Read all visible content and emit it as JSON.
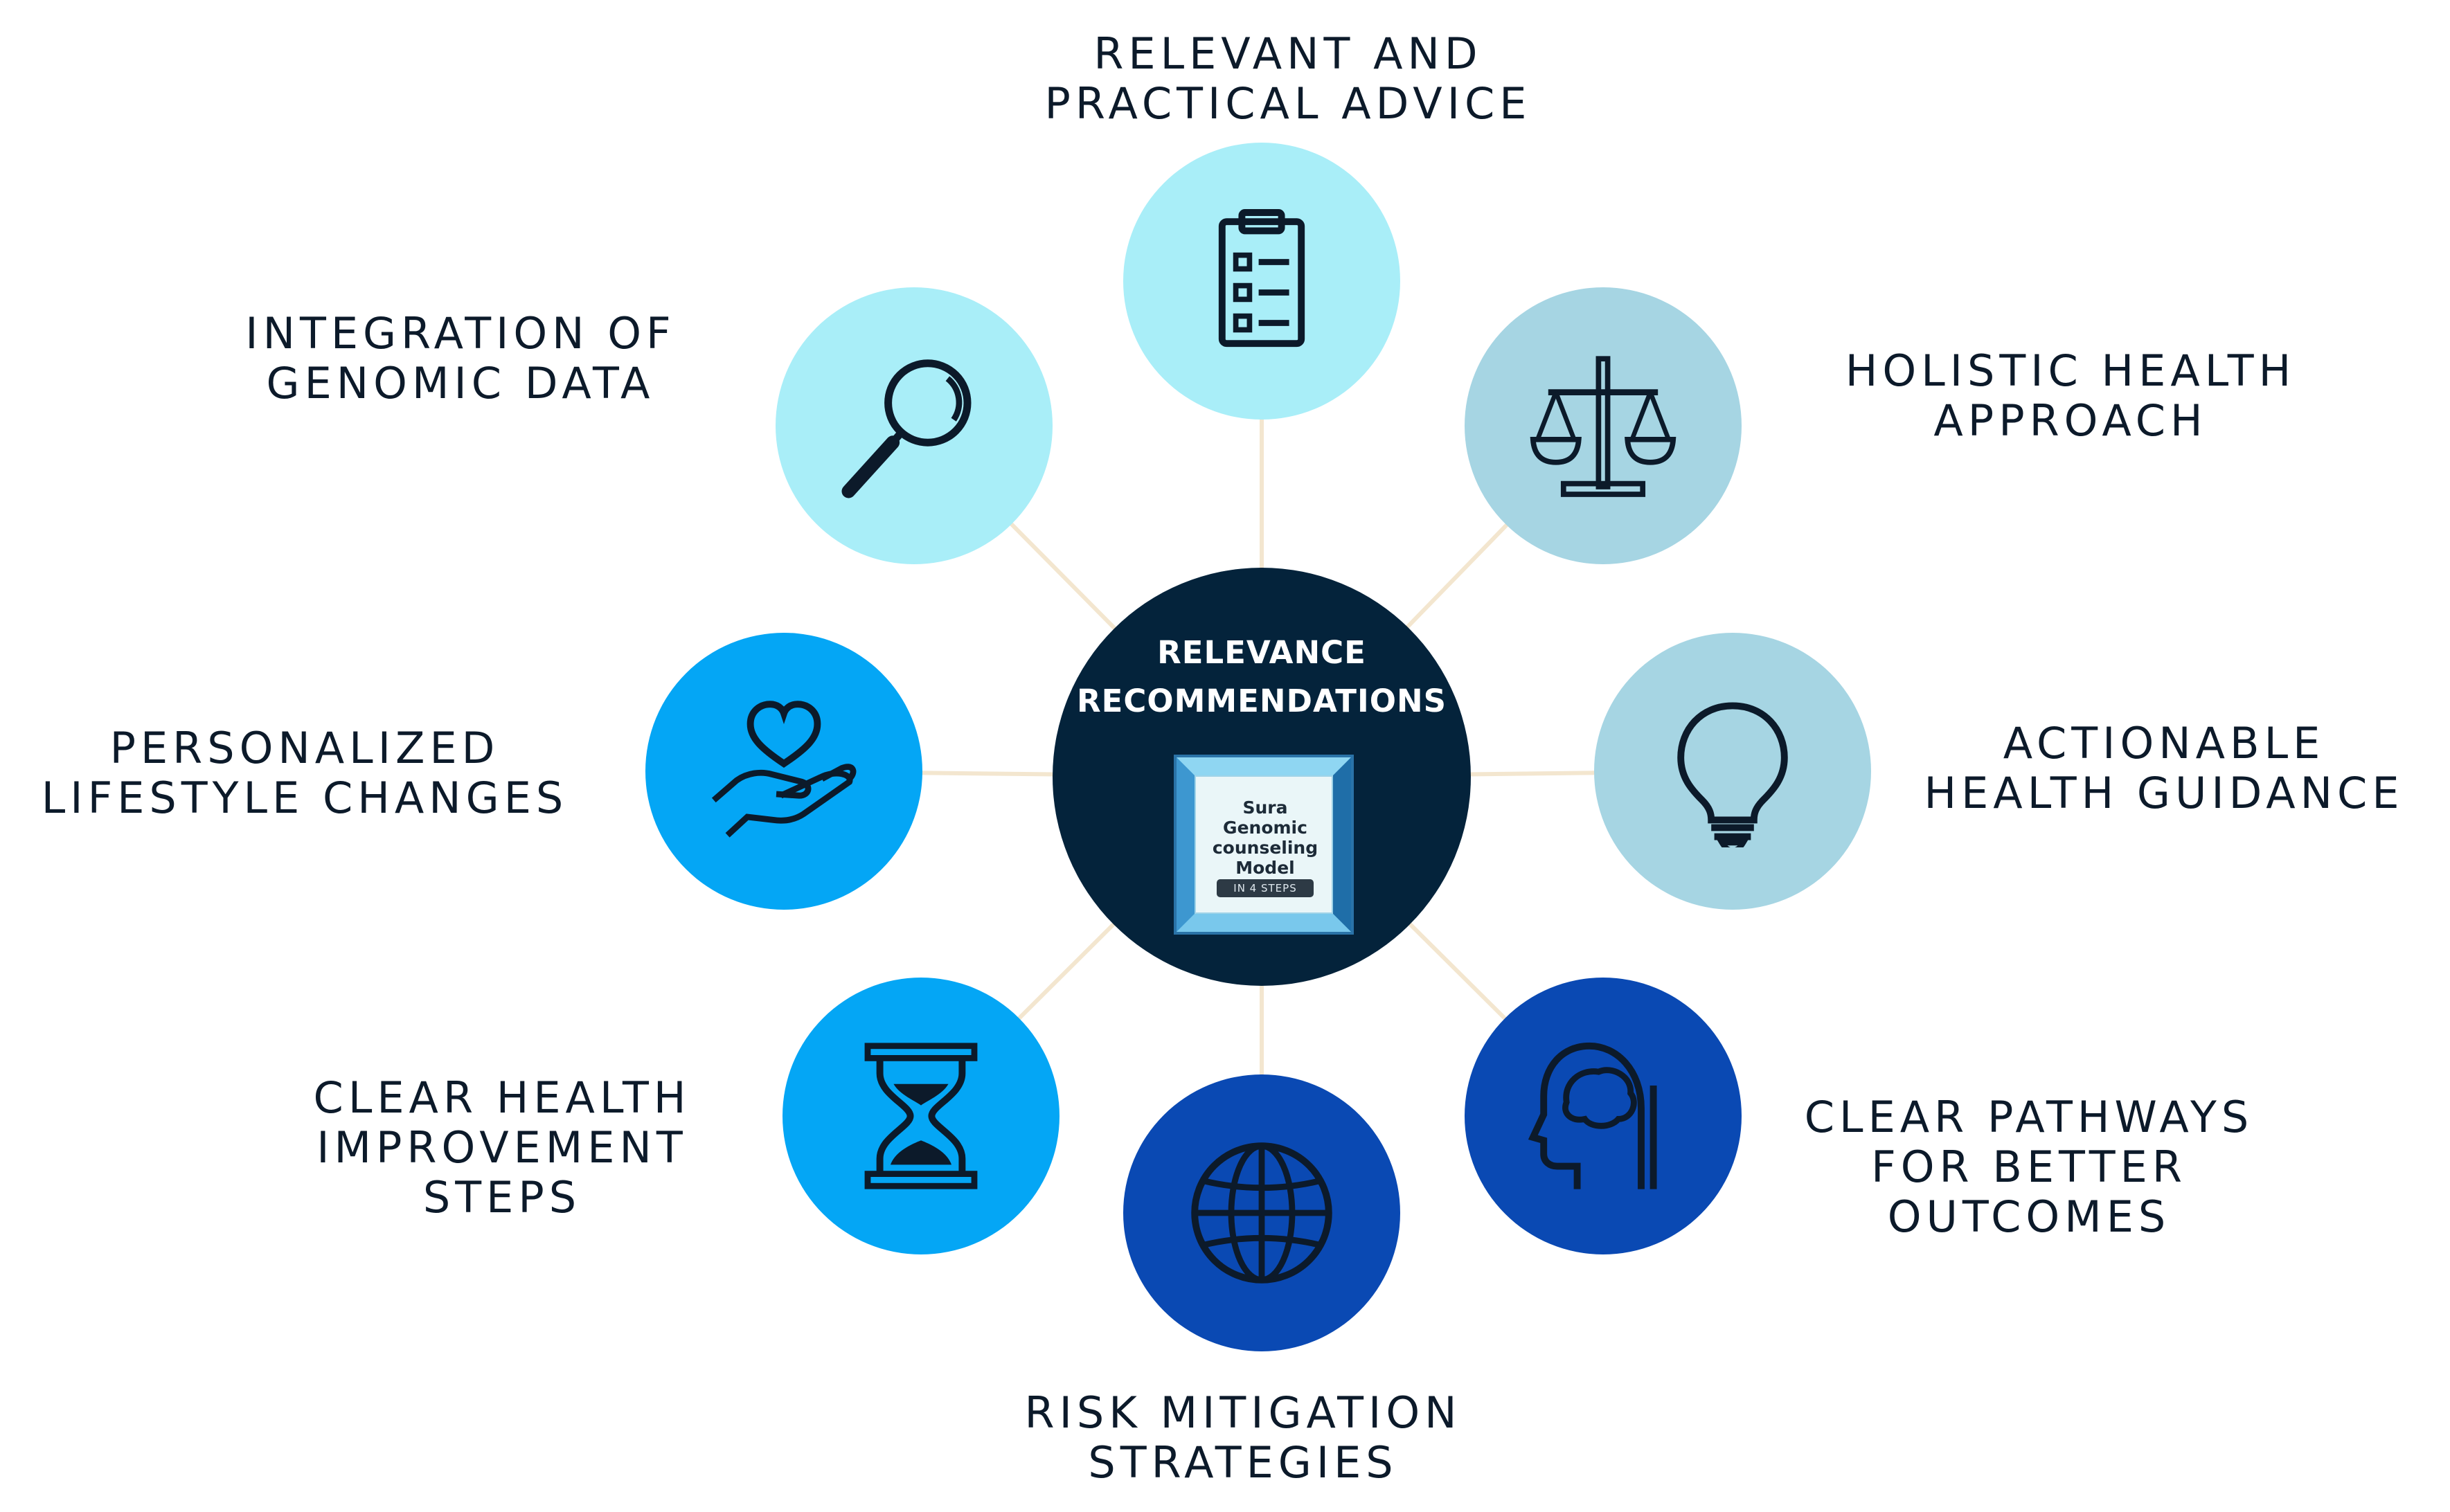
{
  "hub": {
    "title_lines": [
      "RELEVANCE",
      "RECOMMENDATIONS"
    ],
    "book_lines": [
      "Sura",
      "Genomic",
      "counseling",
      "Model"
    ],
    "book_badge": "IN 4 STEPS",
    "color": "#04233b"
  },
  "nodes": [
    {
      "id": "relevant-practical-advice",
      "label_lines": [
        "RELEVANT AND",
        "PRACTICAL ADVICE"
      ],
      "icon": "clipboard-checklist-icon",
      "color": "#a9eef8"
    },
    {
      "id": "holistic-health-approach",
      "label_lines": [
        "HOLISTIC HEALTH",
        "APPROACH"
      ],
      "icon": "balance-scale-icon",
      "color": "#a6d5e3"
    },
    {
      "id": "actionable-health-guidance",
      "label_lines": [
        "ACTIONABLE",
        "HEALTH GUIDANCE"
      ],
      "icon": "light-bulb-icon",
      "color": "#a6d5e3"
    },
    {
      "id": "clear-pathways-better-outcomes",
      "label_lines": [
        "CLEAR PATHWAYS",
        "FOR BETTER",
        "OUTCOMES"
      ],
      "icon": "head-brain-icon",
      "color": "#0a49b3"
    },
    {
      "id": "risk-mitigation-strategies",
      "label_lines": [
        "RISK MITIGATION",
        "STRATEGIES"
      ],
      "icon": "globe-icon",
      "color": "#0a49b3"
    },
    {
      "id": "clear-health-improvement-steps",
      "label_lines": [
        "CLEAR HEALTH",
        "IMPROVEMENT",
        "STEPS"
      ],
      "icon": "hourglass-icon",
      "color": "#04a6f5"
    },
    {
      "id": "personalized-lifestyle-changes",
      "label_lines": [
        "PERSONALIZED",
        "LIFESTYLE CHANGES"
      ],
      "icon": "heart-in-hand-icon",
      "color": "#04a6f5"
    },
    {
      "id": "integration-genomic-data",
      "label_lines": [
        "INTEGRATION OF",
        "GENOMIC DATA"
      ],
      "icon": "magnifying-glass-icon",
      "color": "#a9eef8"
    }
  ],
  "connector_color": "#f3e6cf",
  "icon_stroke_color": "#0c1a2a"
}
